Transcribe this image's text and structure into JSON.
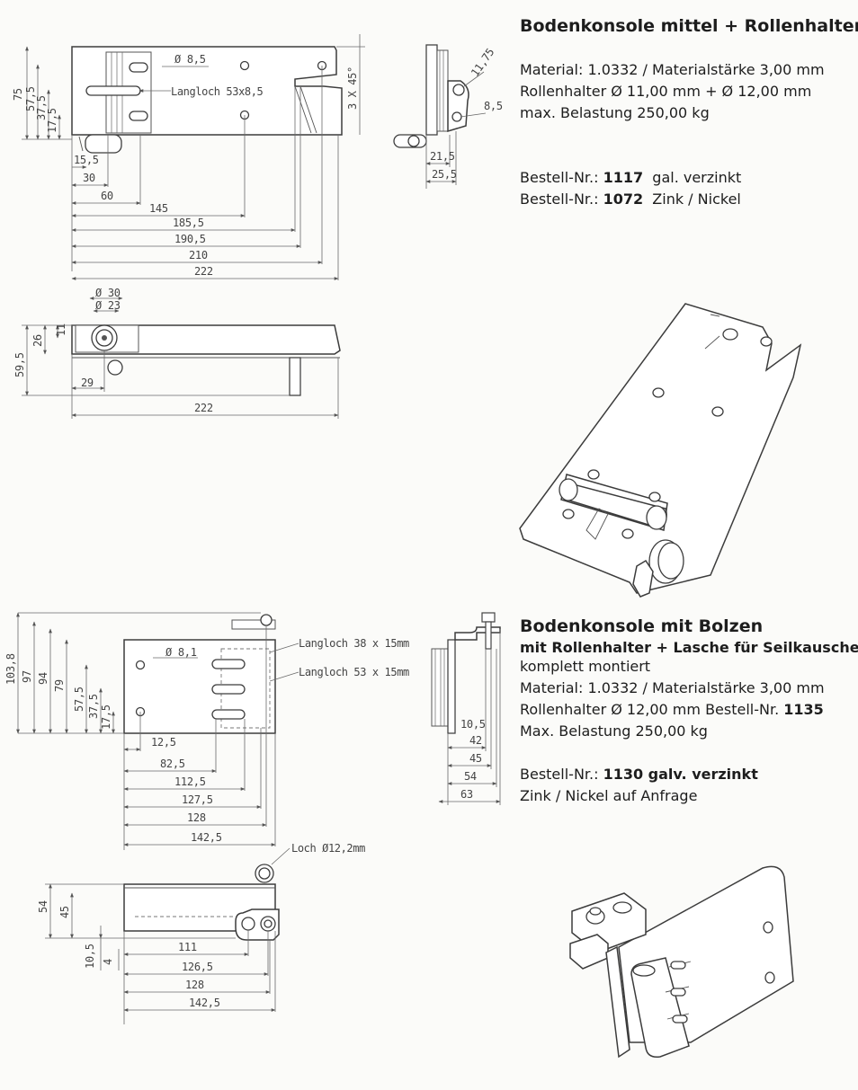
{
  "product_top": {
    "title": "Bodenkonsole mittel + Rollenhalter",
    "material": "Material: 1.0332 / Materialstärke 3,00 mm",
    "roller": "Rollenhalter Ø 11,00 mm + Ø 12,00 mm",
    "load": "max. Belastung 250,00 kg",
    "order1_prefix": "Bestell-Nr.: ",
    "order1_number": "1117",
    "order1_suffix": "  gal. verzinkt",
    "order2_prefix": "Bestell-Nr.: ",
    "order2_number": "1072",
    "order2_suffix": "  Zink / Nickel"
  },
  "product_bottom": {
    "title": "Bodenkonsole mit Bolzen",
    "subtitle": "mit Rollenhalter + Lasche für Seilkausche",
    "assembled": "komplett montiert",
    "material": "Material: 1.0332 / Materialstärke 3,00 mm",
    "roller_prefix": "Rollenhalter Ø 12,00 mm Bestell-Nr. ",
    "roller_number": "1135",
    "load": "Max. Belastung 250,00 kg",
    "order_prefix": "Bestell-Nr.: ",
    "order_number": "1130 galv. verzinkt",
    "availability": "Zink / Nickel auf Anfrage"
  },
  "drawing_top": {
    "plan": {
      "hole_dia": "Ø 8,5",
      "slot": "Langloch 53x8,5",
      "chamfer": "3 X 45°",
      "vertical_dims": [
        "75",
        "57,5",
        "37,5",
        "17,5"
      ],
      "horizontal_dims": [
        "15,5",
        "30",
        "60",
        "145",
        "185,5",
        "190,5",
        "210",
        "222"
      ]
    },
    "side": {
      "dims": [
        "11,75",
        "8,5",
        "21,5",
        "25,5"
      ]
    },
    "front": {
      "dims": [
        "Ø 30",
        "Ø 23",
        "26",
        "11",
        "59,5",
        "29",
        "222"
      ]
    }
  },
  "drawing_bottom": {
    "plan": {
      "hole_dia": "Ø 8,1",
      "slot1": "Langloch 38 x 15mm",
      "slot2": "Langloch 53 x 15mm",
      "vertical_dims": [
        "103,8",
        "97",
        "94",
        "79",
        "57,5",
        "37,5",
        "17,5"
      ],
      "horizontal_dims": [
        "12,5",
        "82,5",
        "112,5",
        "127,5",
        "128",
        "142,5"
      ]
    },
    "side": {
      "dims": [
        "10,5",
        "42",
        "45",
        "54",
        "63"
      ]
    },
    "front": {
      "hole_note": "Loch Ø12,2mm",
      "vertical_dims": [
        "54",
        "45",
        "10,5",
        "4"
      ],
      "horizontal_dims": [
        "111",
        "126,5",
        "128",
        "142,5"
      ]
    }
  }
}
